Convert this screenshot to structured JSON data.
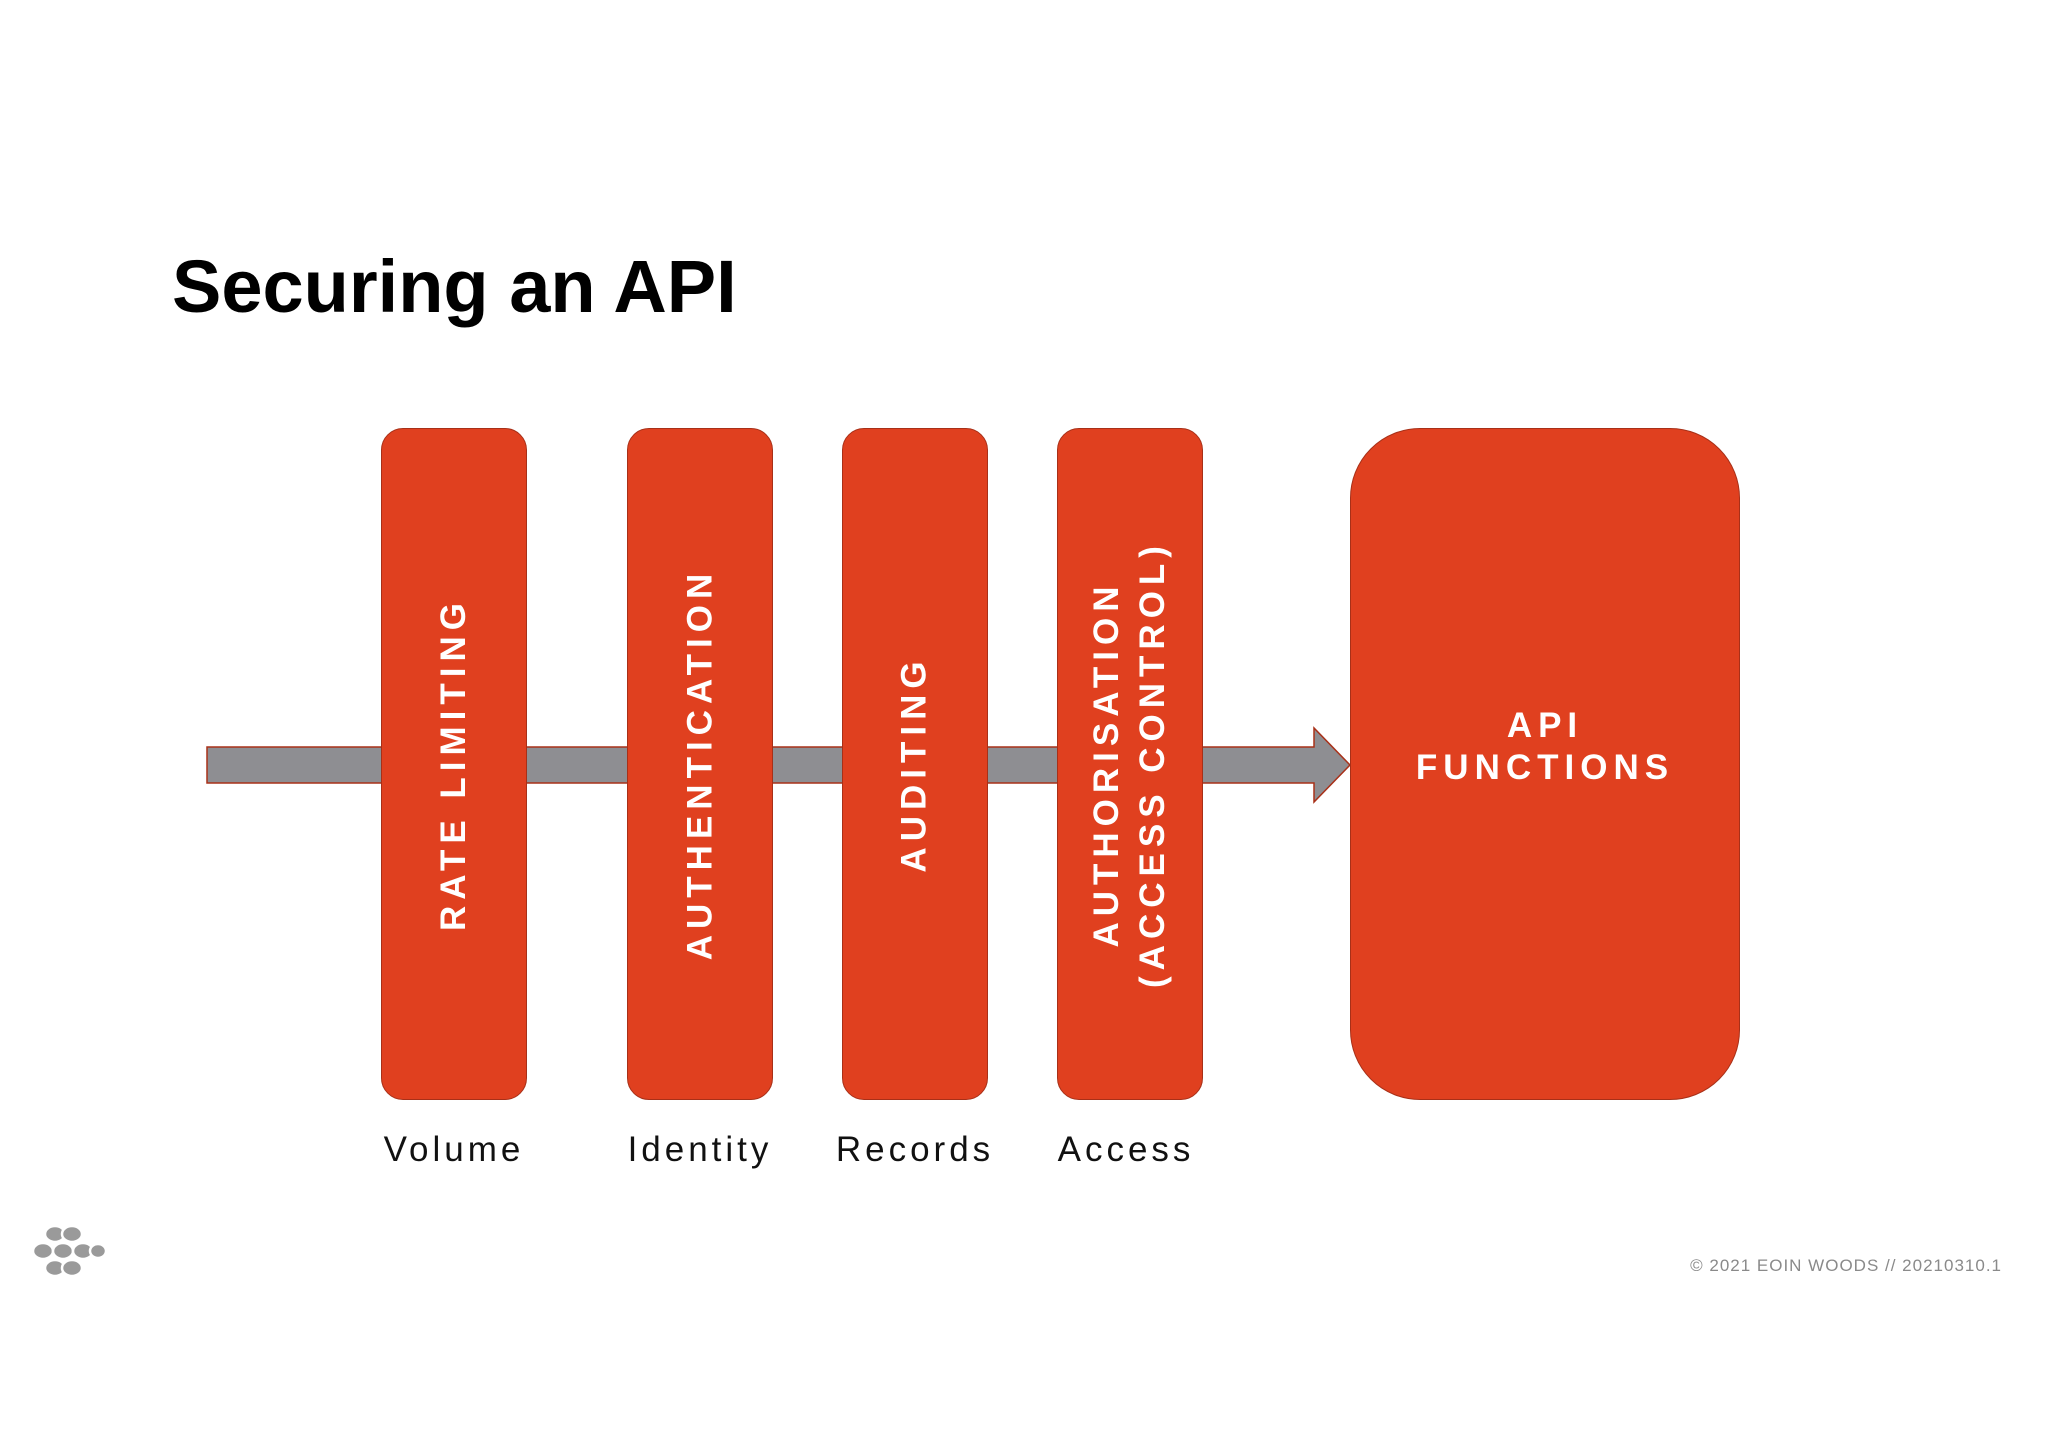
{
  "title": "Securing an API",
  "colors": {
    "layer_fill": "#e0401f",
    "arrow_fill": "#8e8e92",
    "text_on_layer": "#ffffff"
  },
  "layers": [
    {
      "label_lines": [
        "RATE LIMITING"
      ],
      "purpose": "Volume"
    },
    {
      "label_lines": [
        "AUTHENTICATION"
      ],
      "purpose": "Identity"
    },
    {
      "label_lines": [
        "AUDITING"
      ],
      "purpose": "Records"
    },
    {
      "label_lines": [
        "AUTHORISATION",
        "(ACCESS CONTROL)"
      ],
      "purpose": "Access"
    }
  ],
  "target": {
    "label_lines": [
      "API",
      "FUNCTIONS"
    ]
  },
  "footer": {
    "copyright": "© 2021 EOIN WOODS  // 20210310.1"
  },
  "logo_icon": "cluster-logo-icon"
}
